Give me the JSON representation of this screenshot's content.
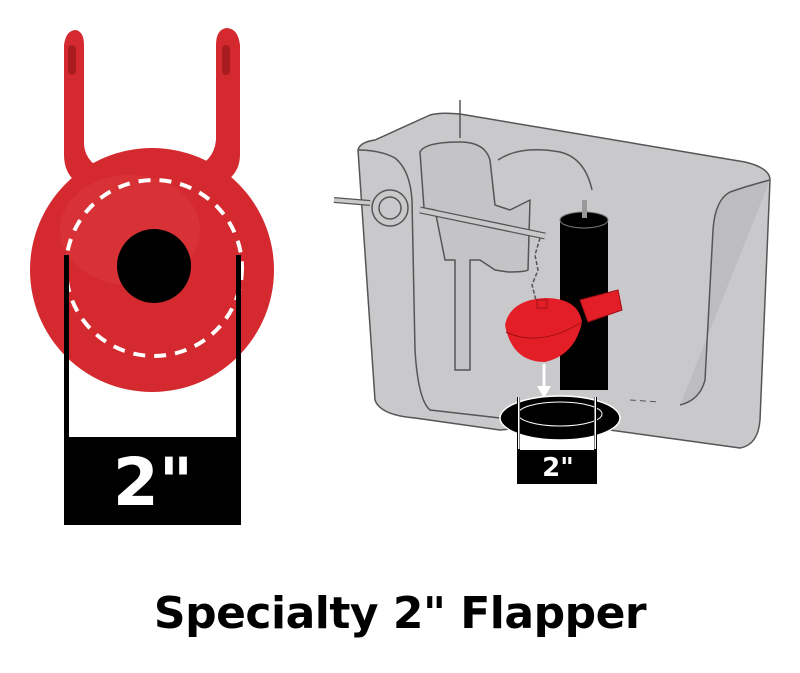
{
  "caption": {
    "title": "Specialty 2\" Flapper"
  },
  "product_view": {
    "dimension_label": "2\"",
    "flapper_color": "#d42a2f",
    "hole_color": "#000000",
    "dashed_ring_color": "#ffffff"
  },
  "tank_view": {
    "dimension_label": "2\"",
    "tank_fill": "#c9c9cb",
    "tank_outline": "#555555",
    "flapper_color": "#e41e26",
    "overflow_tube_color": "#000000"
  }
}
